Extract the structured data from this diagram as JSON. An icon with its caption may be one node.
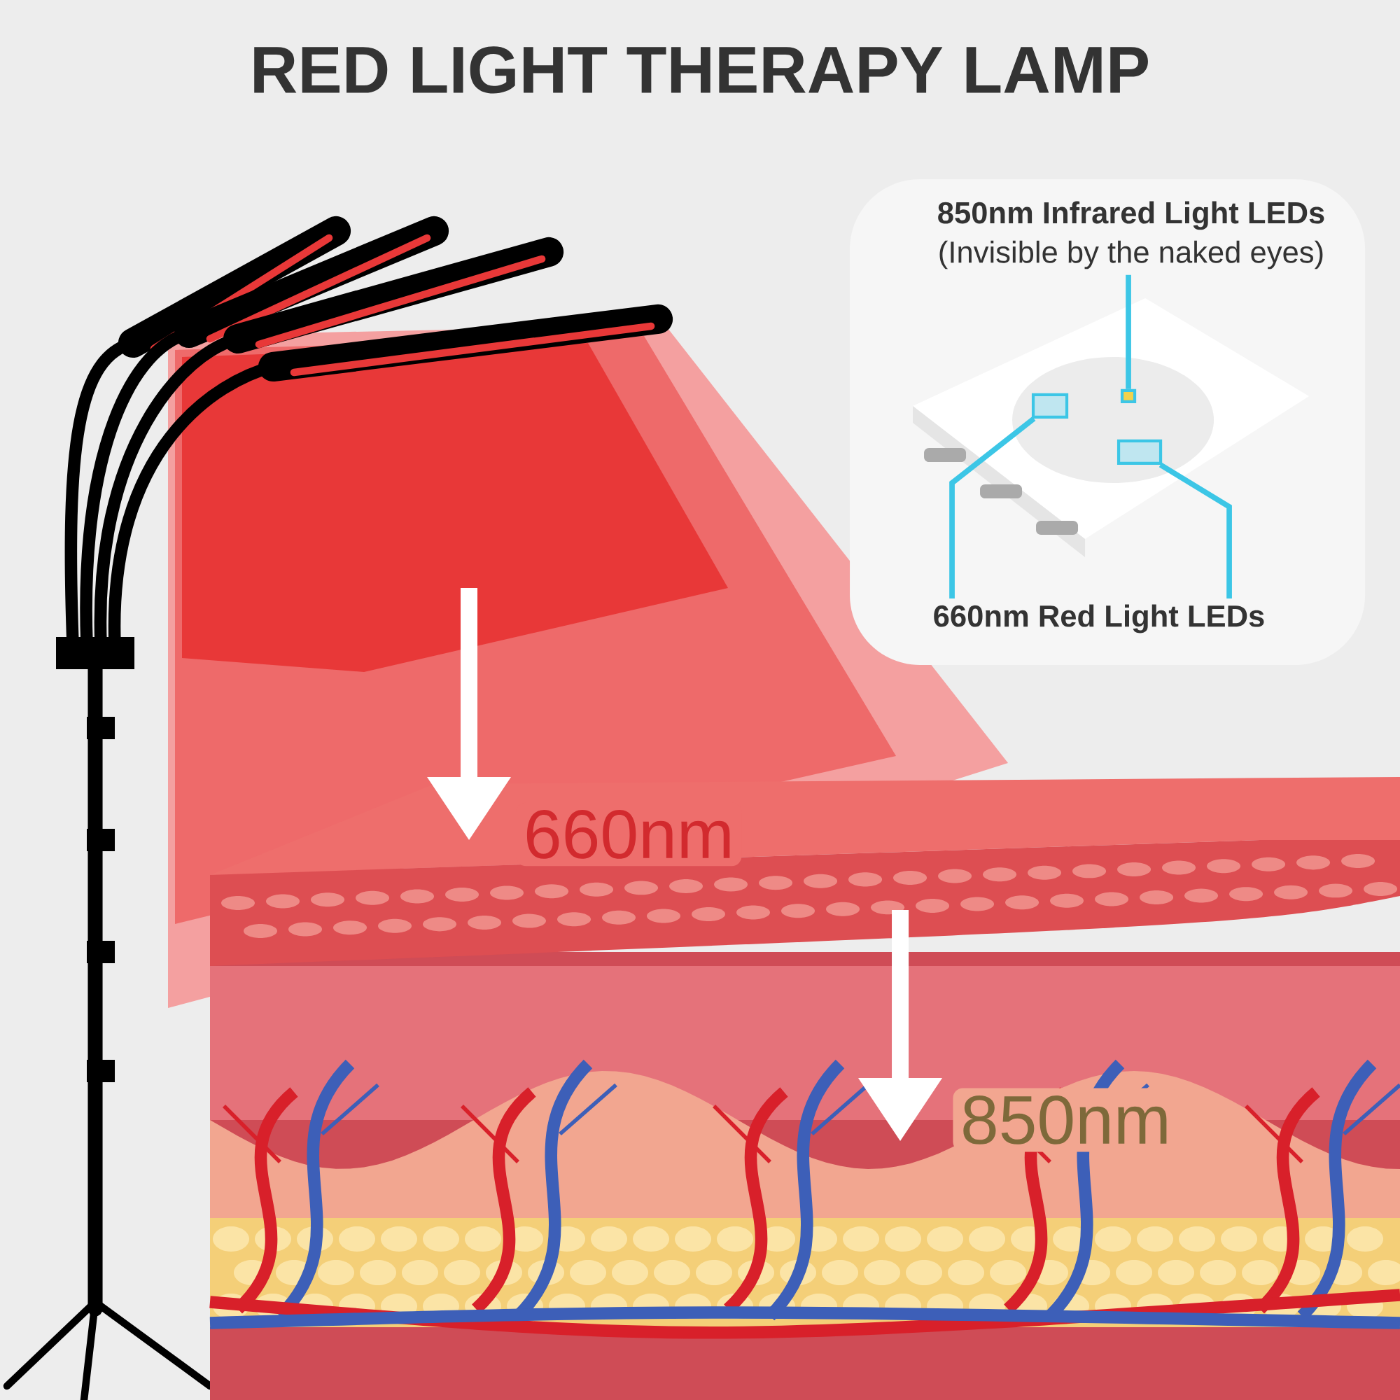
{
  "diagram": {
    "title": "RED LIGHT THERAPY LAMP",
    "nodes": [
      {
        "text": [
          "850nm Infrared Light LEDs",
          "(Invisible by the naked eyes)"
        ]
      },
      {
        "text": [],
        "shape": "box"
      },
      {
        "text": [
          "660nm Red Light LEDs"
        ]
      },
      {
        "text": [],
        "shape": "box"
      },
      {
        "text": [],
        "shape": "box"
      }
    ],
    "edges": [
      {
        "from": 0,
        "to": 1,
        "arrow": "none"
      },
      {
        "from": 2,
        "to": 3,
        "arrow": "none"
      },
      {
        "from": 2,
        "to": 4,
        "arrow": "none"
      }
    ],
    "labels": [
      "660nm",
      "850nm"
    ]
  }
}
